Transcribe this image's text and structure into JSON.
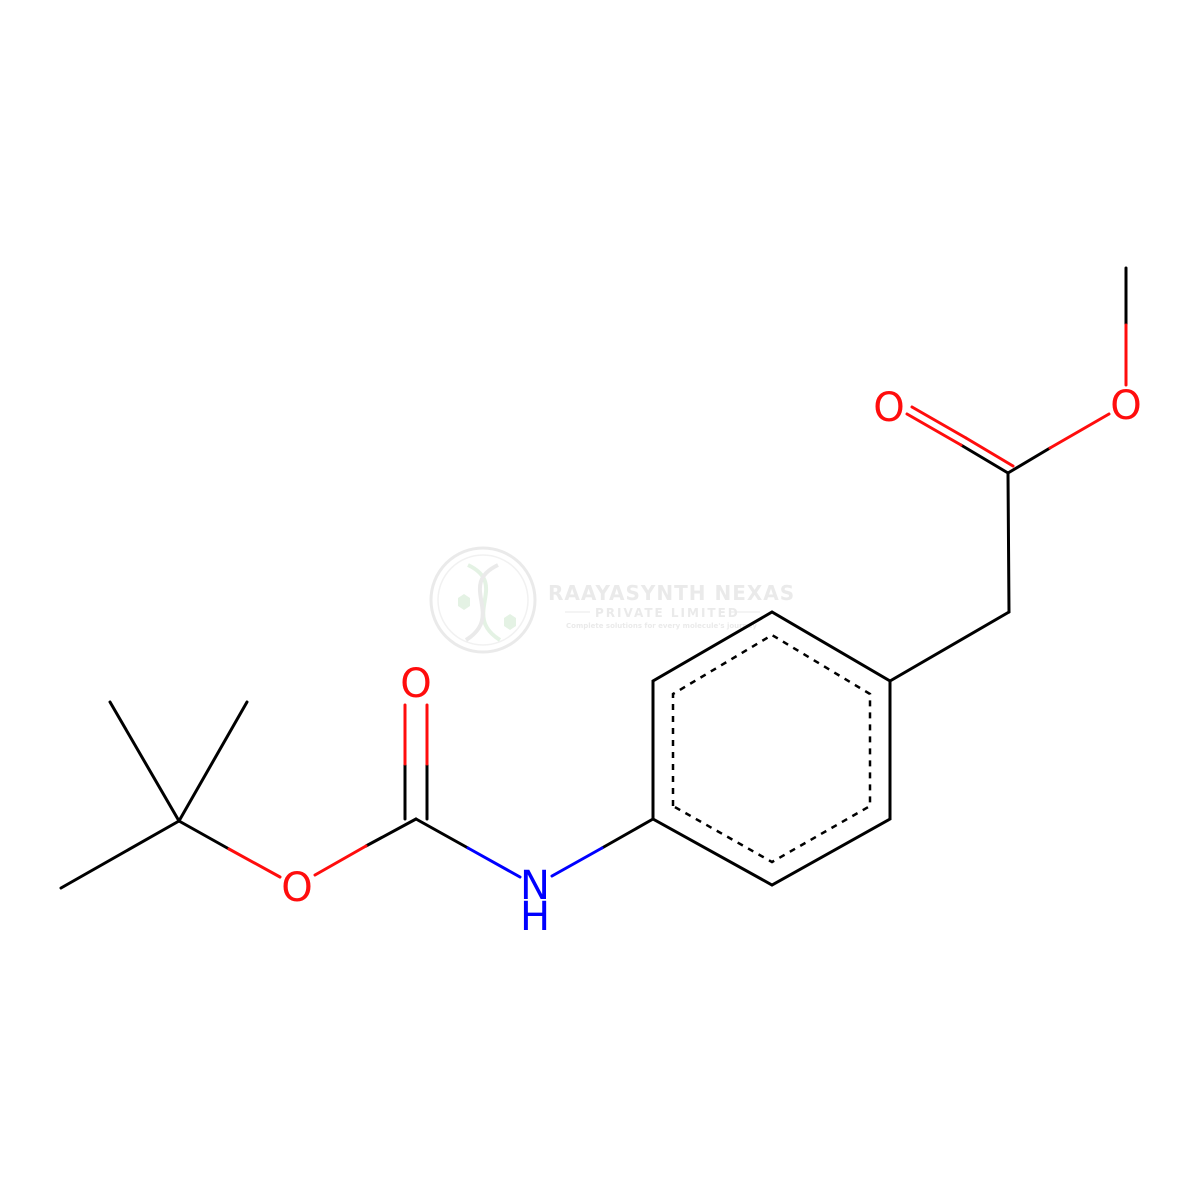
{
  "molecule": {
    "atoms": {
      "o_methoxy": "O",
      "o_carbonyl_ester": "O",
      "o_carbonyl_carbamate": "O",
      "o_carbamate_ether": "O",
      "n_amide": "N",
      "n_amide_h": "H"
    }
  },
  "watermark": {
    "company": "RAAYASYNTH NEXAS",
    "subtitle": "PRIVATE LIMITED",
    "tagline": "Complete solutions for every molecule's journey"
  },
  "colors": {
    "carbon_bond": "#000000",
    "oxygen": "#ff0d0d",
    "nitrogen": "#0000ff",
    "watermark": "#d9d9d9",
    "watermark_accent": "#cfe8cf"
  }
}
